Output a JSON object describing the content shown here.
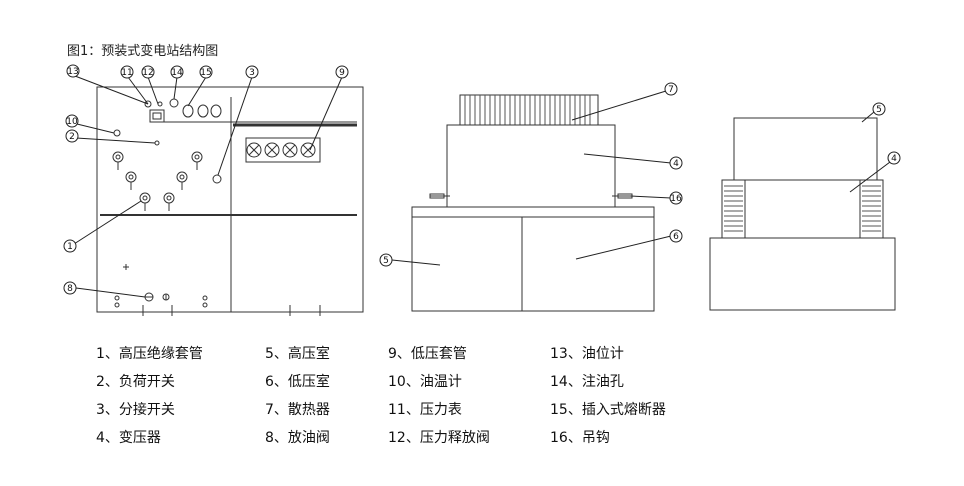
{
  "figure": {
    "title": "图1：预装式变电站结构图"
  },
  "callouts": {
    "c1": "1",
    "c2": "2",
    "c3": "3",
    "c4": "4",
    "c5": "5",
    "c6": "6",
    "c7": "7",
    "c8": "8",
    "c9": "9",
    "c10": "10",
    "c11": "11",
    "c12": "12",
    "c13": "13",
    "c14": "14",
    "c15": "15",
    "c16": "16"
  },
  "legend": [
    [
      "1、高压绝缘套管",
      "5、高压室",
      "9、低压套管",
      "13、油位计"
    ],
    [
      "2、负荷开关",
      "6、低压室",
      "10、油温计",
      "14、注油孔"
    ],
    [
      "3、分接开关",
      "7、散热器",
      "11、压力表",
      "15、插入式熔断器"
    ],
    [
      "4、变压器",
      "8、放油阀",
      "12、压力释放阀",
      "16、吊钩"
    ]
  ]
}
